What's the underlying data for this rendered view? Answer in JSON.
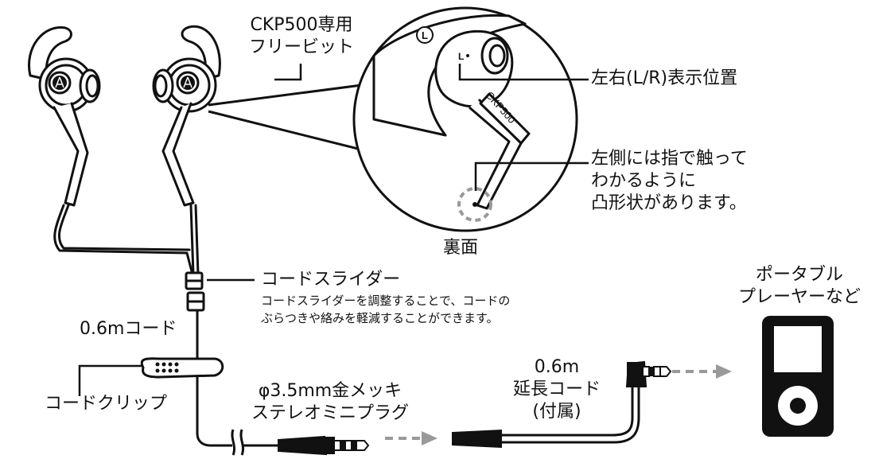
{
  "labels": {
    "eartip_line1": "CKP500専用",
    "eartip_line2": "フリービット",
    "lr_position": "左右(L/R)表示位置",
    "bump_line1": "左側には指で触って",
    "bump_line2": "わかるように",
    "bump_line3": "凸形状があります。",
    "back_side": "裏面",
    "cord_slider": "コードスライダー",
    "cord_slider_desc1": "コードスライダーを調整することで、コードの",
    "cord_slider_desc2": "ぶらつきや絡みを軽減することができます。",
    "cord_length": "0.6mコード",
    "cord_clip": "コードクリップ",
    "plug_line1": "φ3.5mm金メッキ",
    "plug_line2": "ステレオミニプラグ",
    "ext_line1": "0.6m",
    "ext_line2": "延長コード",
    "ext_line3": "(付属)",
    "player_line1": "ポータブル",
    "player_line2": "プレーヤーなど",
    "stem_model": "CKP500",
    "left_mark": "L",
    "left_dot_mark": "L"
  },
  "colors": {
    "line": "#111111",
    "gray_dashed": "#9a9a9a",
    "player_body": "#111111",
    "player_screen": "#ffffff"
  }
}
